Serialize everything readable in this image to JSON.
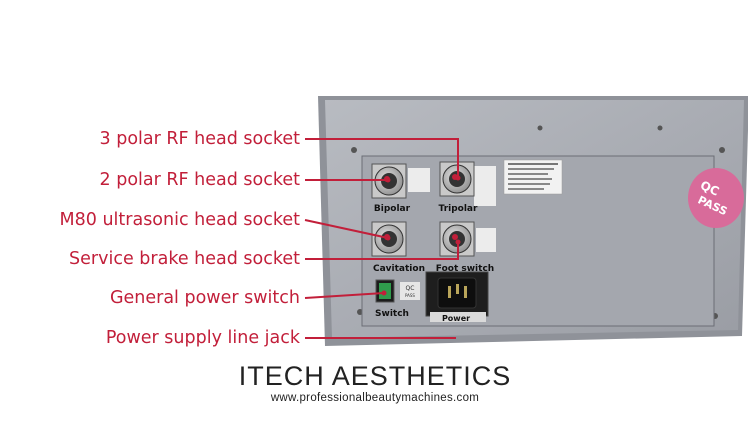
{
  "colors": {
    "callout": "#c21f3a",
    "panel": "#a9acb3",
    "qc_badge": "#d86b9a"
  },
  "callouts": [
    {
      "label": "3 polar RF head socket"
    },
    {
      "label": "2 polar RF head socket"
    },
    {
      "label": "M80 ultrasonic head socket"
    },
    {
      "label": "Service brake head socket"
    },
    {
      "label": "General power switch"
    },
    {
      "label": "Power supply line jack"
    }
  ],
  "panel": {
    "socket_labels": {
      "bipolar": "Bipolar",
      "tripolar": "Tripolar",
      "cavitation": "Cavitation",
      "foot_switch": "Foot switch",
      "switch": "Switch",
      "power": "Power"
    },
    "qc_badge": {
      "line1": "QC",
      "line2": "PASS"
    },
    "qc_sticker": {
      "line1": "QC",
      "line2": "PASS"
    }
  },
  "brand": {
    "title": "ITECH AESTHETICS",
    "url": "www.professionalbeautymachines.com"
  }
}
